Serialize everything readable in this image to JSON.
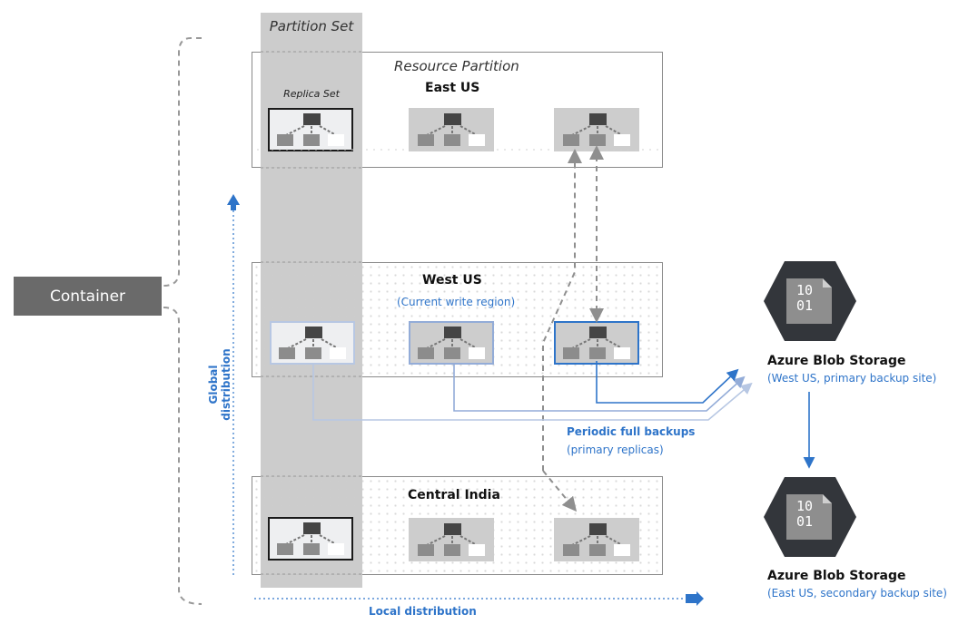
{
  "partition_set": {
    "title": "Partition Set"
  },
  "resource_partition": {
    "title": "Resource Partition"
  },
  "replica_set": {
    "label": "Replica Set"
  },
  "container": {
    "label": "Container"
  },
  "regions": [
    {
      "name": "East US",
      "subtitle": ""
    },
    {
      "name": "West US",
      "subtitle": "(Current write region)"
    },
    {
      "name": "Central India",
      "subtitle": ""
    }
  ],
  "axes": {
    "global": "Global distribution",
    "local": "Local distribution"
  },
  "backups": {
    "title": "Periodic full backups",
    "subtitle": "(primary replicas)"
  },
  "blob_storage": [
    {
      "title": "Azure Blob Storage",
      "subtitle": "(West US, primary backup site)",
      "icon_text": [
        "10",
        "01"
      ]
    },
    {
      "title": "Azure Blob Storage",
      "subtitle": "(East US, secondary backup site)",
      "icon_text": [
        "10",
        "01"
      ]
    }
  ],
  "colors": {
    "accent_blue": "#2e74c9",
    "container_fill": "#6a6a6a",
    "hex_fill": "#33363b",
    "partition_column": "#cccccc"
  }
}
